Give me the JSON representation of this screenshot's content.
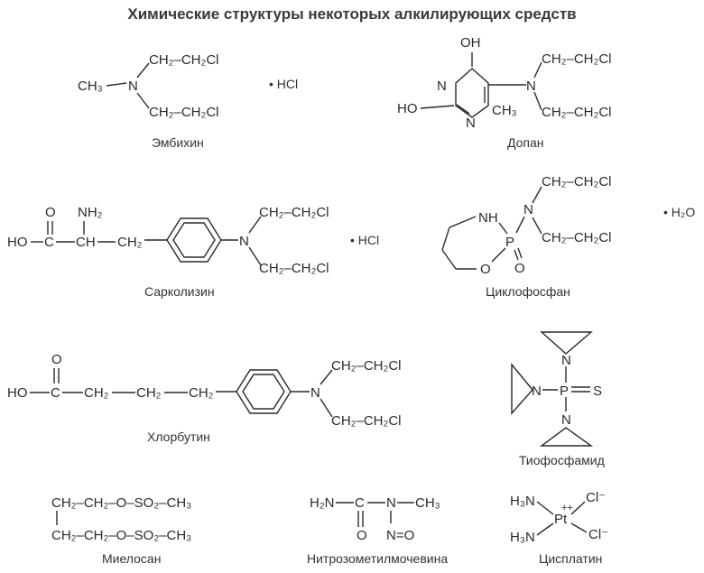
{
  "title": "Химические структуры некоторых алкилирующих средств",
  "compounds": {
    "embikhin": {
      "name": "Эмбихин",
      "salt": "• HCl"
    },
    "dopan": {
      "name": "Допан"
    },
    "sarkolizin": {
      "name": "Сарколизин",
      "salt": "• HCl"
    },
    "tsiklofosfan": {
      "name": "Циклофосфан",
      "hydrate": "• H₂O"
    },
    "khlorbutin": {
      "name": "Хлорбутин"
    },
    "tiofosfamid": {
      "name": "Тиофосфамид"
    },
    "mielosan": {
      "name": "Миелосан"
    },
    "nitrozometilmochevina": {
      "name": "Нитрозометилмочевина"
    },
    "tsisplatin": {
      "name": "Цисплатин"
    }
  },
  "fragments": {
    "ch2ch2cl": "CH₂–CH₂Cl",
    "ch3": "CH₃",
    "n": "N",
    "oh": "OH",
    "ho": "HO",
    "o": "O",
    "nh2": "NH₂",
    "ch2": "CH₂",
    "ch": "CH",
    "c": "C",
    "p": "P",
    "s": "S",
    "nh": "NH",
    "h2n": "H₂N",
    "h3n": "H₃N",
    "pt": "Pt",
    "cl_minus": "Cl⁻",
    "pt_charge": "++",
    "ch2_o_so2_ch3": "CH₂–CH₂–O–SO₂–CH₃",
    "nitroso": "N=O"
  }
}
